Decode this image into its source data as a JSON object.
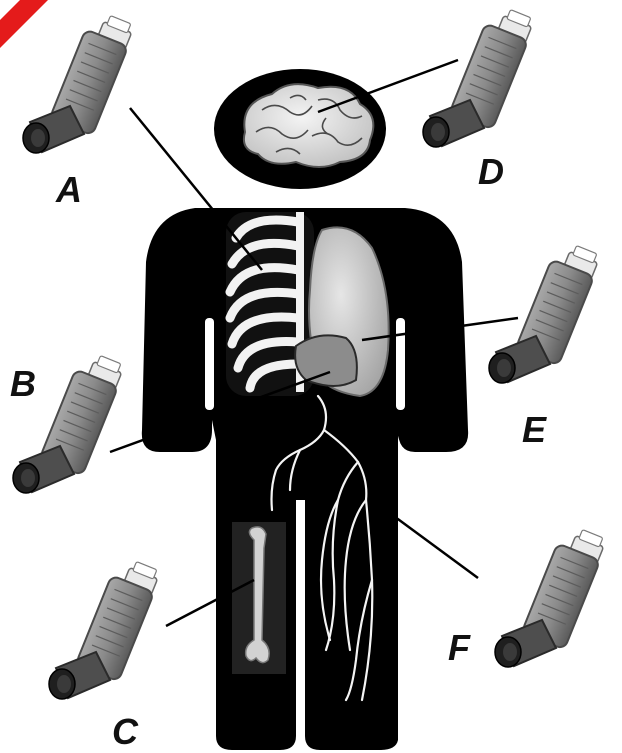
{
  "labels": {
    "A": "A",
    "B": "B",
    "C": "C",
    "D": "D",
    "E": "E",
    "F": "F"
  },
  "colors": {
    "silhouette": "#000000",
    "inhaler_body": "#8a8a8a",
    "inhaler_dark": "#3c3c3c",
    "organ": "#cfcfcf",
    "corner_mark": "#e41b1b"
  },
  "icons": [
    "inhaler-icon",
    "brain-icon",
    "lungs-icon",
    "ribcage-icon",
    "liver-icon",
    "bone-icon",
    "blood-vessels-icon",
    "human-silhouette"
  ]
}
